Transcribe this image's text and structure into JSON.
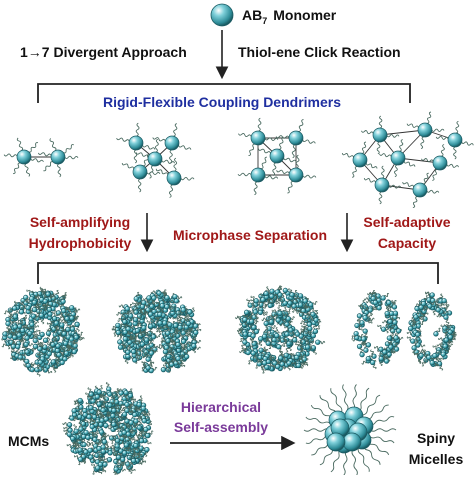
{
  "top": {
    "monomer_main": "AB",
    "monomer_sub": "7",
    "monomer_word": "Monomer",
    "left_step": "1→7 Divergent Approach",
    "right_step": "Thiol-ene Click Reaction"
  },
  "dendrimers_title": "Rigid-Flexible Coupling Dendrimers",
  "mechanisms": {
    "left_line1": "Self-amplifying",
    "left_line2": "Hydrophobicity",
    "center": "Microphase Separation",
    "right_line1": "Self-adaptive",
    "right_line2": "Capacity"
  },
  "bottom": {
    "mcms_label": "MCMs",
    "process_line1": "Hierarchical",
    "process_line2": "Self-assembly",
    "spiny_line1": "Spiny",
    "spiny_line2": "Micelles"
  },
  "colors": {
    "sphere": "#3fa8b5",
    "sphere_dark": "#1f6f78",
    "blue_text": "#1f2fa0",
    "red_text": "#a01818",
    "purple_text": "#7a3a9a",
    "line": "#222222"
  }
}
